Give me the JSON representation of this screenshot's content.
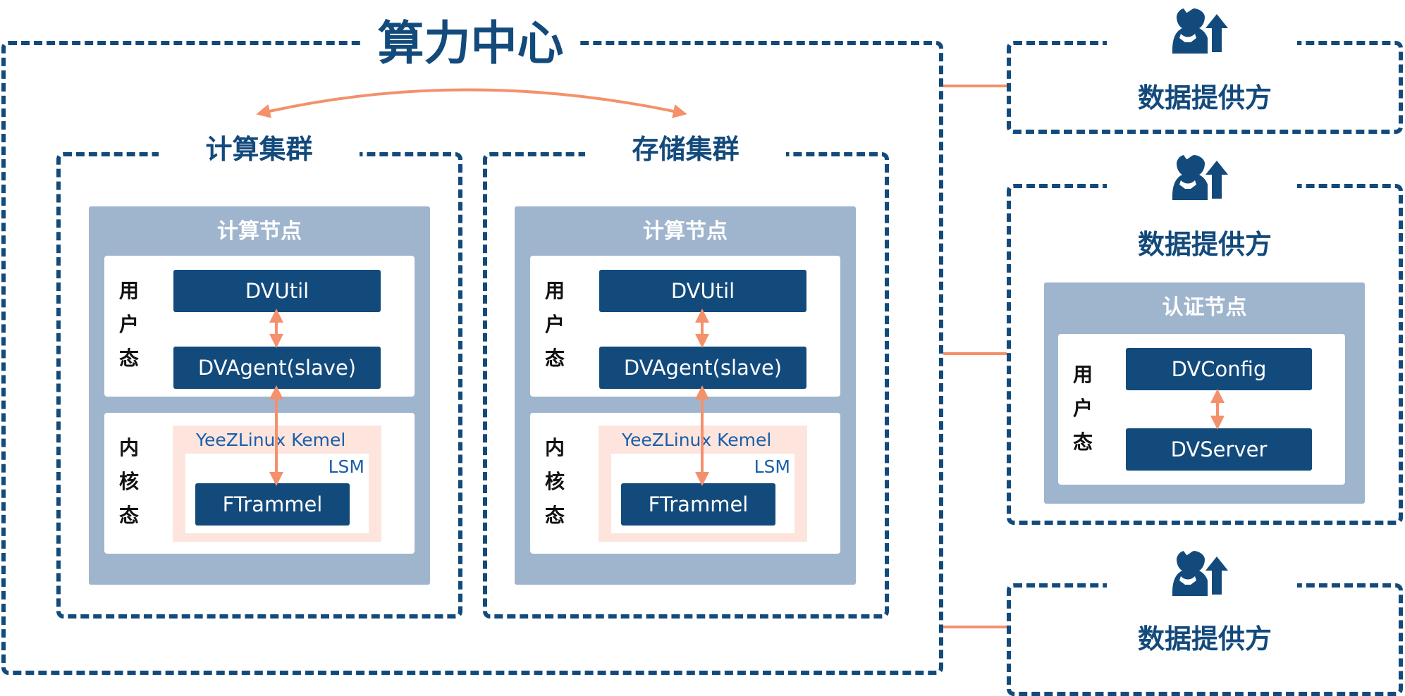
{
  "compute_center": {
    "title": "算力中心",
    "clusters": [
      {
        "title": "计算集群",
        "node": {
          "label": "计算节点",
          "user_mode": [
            "用",
            "户",
            "态"
          ],
          "kernel_mode": [
            "内",
            "核",
            "态"
          ],
          "dvutil": "DVUtil",
          "dvagent": "DVAgent(slave)",
          "kernel": "YeeZLinux Kemel",
          "lsm": "LSM",
          "ftrammel": "FTrammel"
        }
      },
      {
        "title": "存储集群",
        "node": {
          "label": "计算节点",
          "user_mode": [
            "用",
            "户",
            "态"
          ],
          "kernel_mode": [
            "内",
            "核",
            "态"
          ],
          "dvutil": "DVUtil",
          "dvagent": "DVAgent(slave)",
          "kernel": "YeeZLinux Kemel",
          "lsm": "LSM",
          "ftrammel": "FTrammel"
        }
      }
    ]
  },
  "providers": [
    {
      "title": "数据提供方",
      "icon": "user-upload-icon"
    },
    {
      "title": "数据提供方",
      "icon": "user-upload-icon",
      "auth_node": {
        "label": "认证节点",
        "user_mode": [
          "用",
          "户",
          "态"
        ],
        "dvconfig": "DVConfig",
        "dvserver": "DVServer"
      }
    },
    {
      "title": "数据提供方",
      "icon": "user-upload-icon"
    }
  ],
  "colors": {
    "primary": "#134a7c",
    "node_bg": "#9fb5cd",
    "accent_arrow": "#f4906c",
    "kernel_bg": "#fde5de"
  }
}
